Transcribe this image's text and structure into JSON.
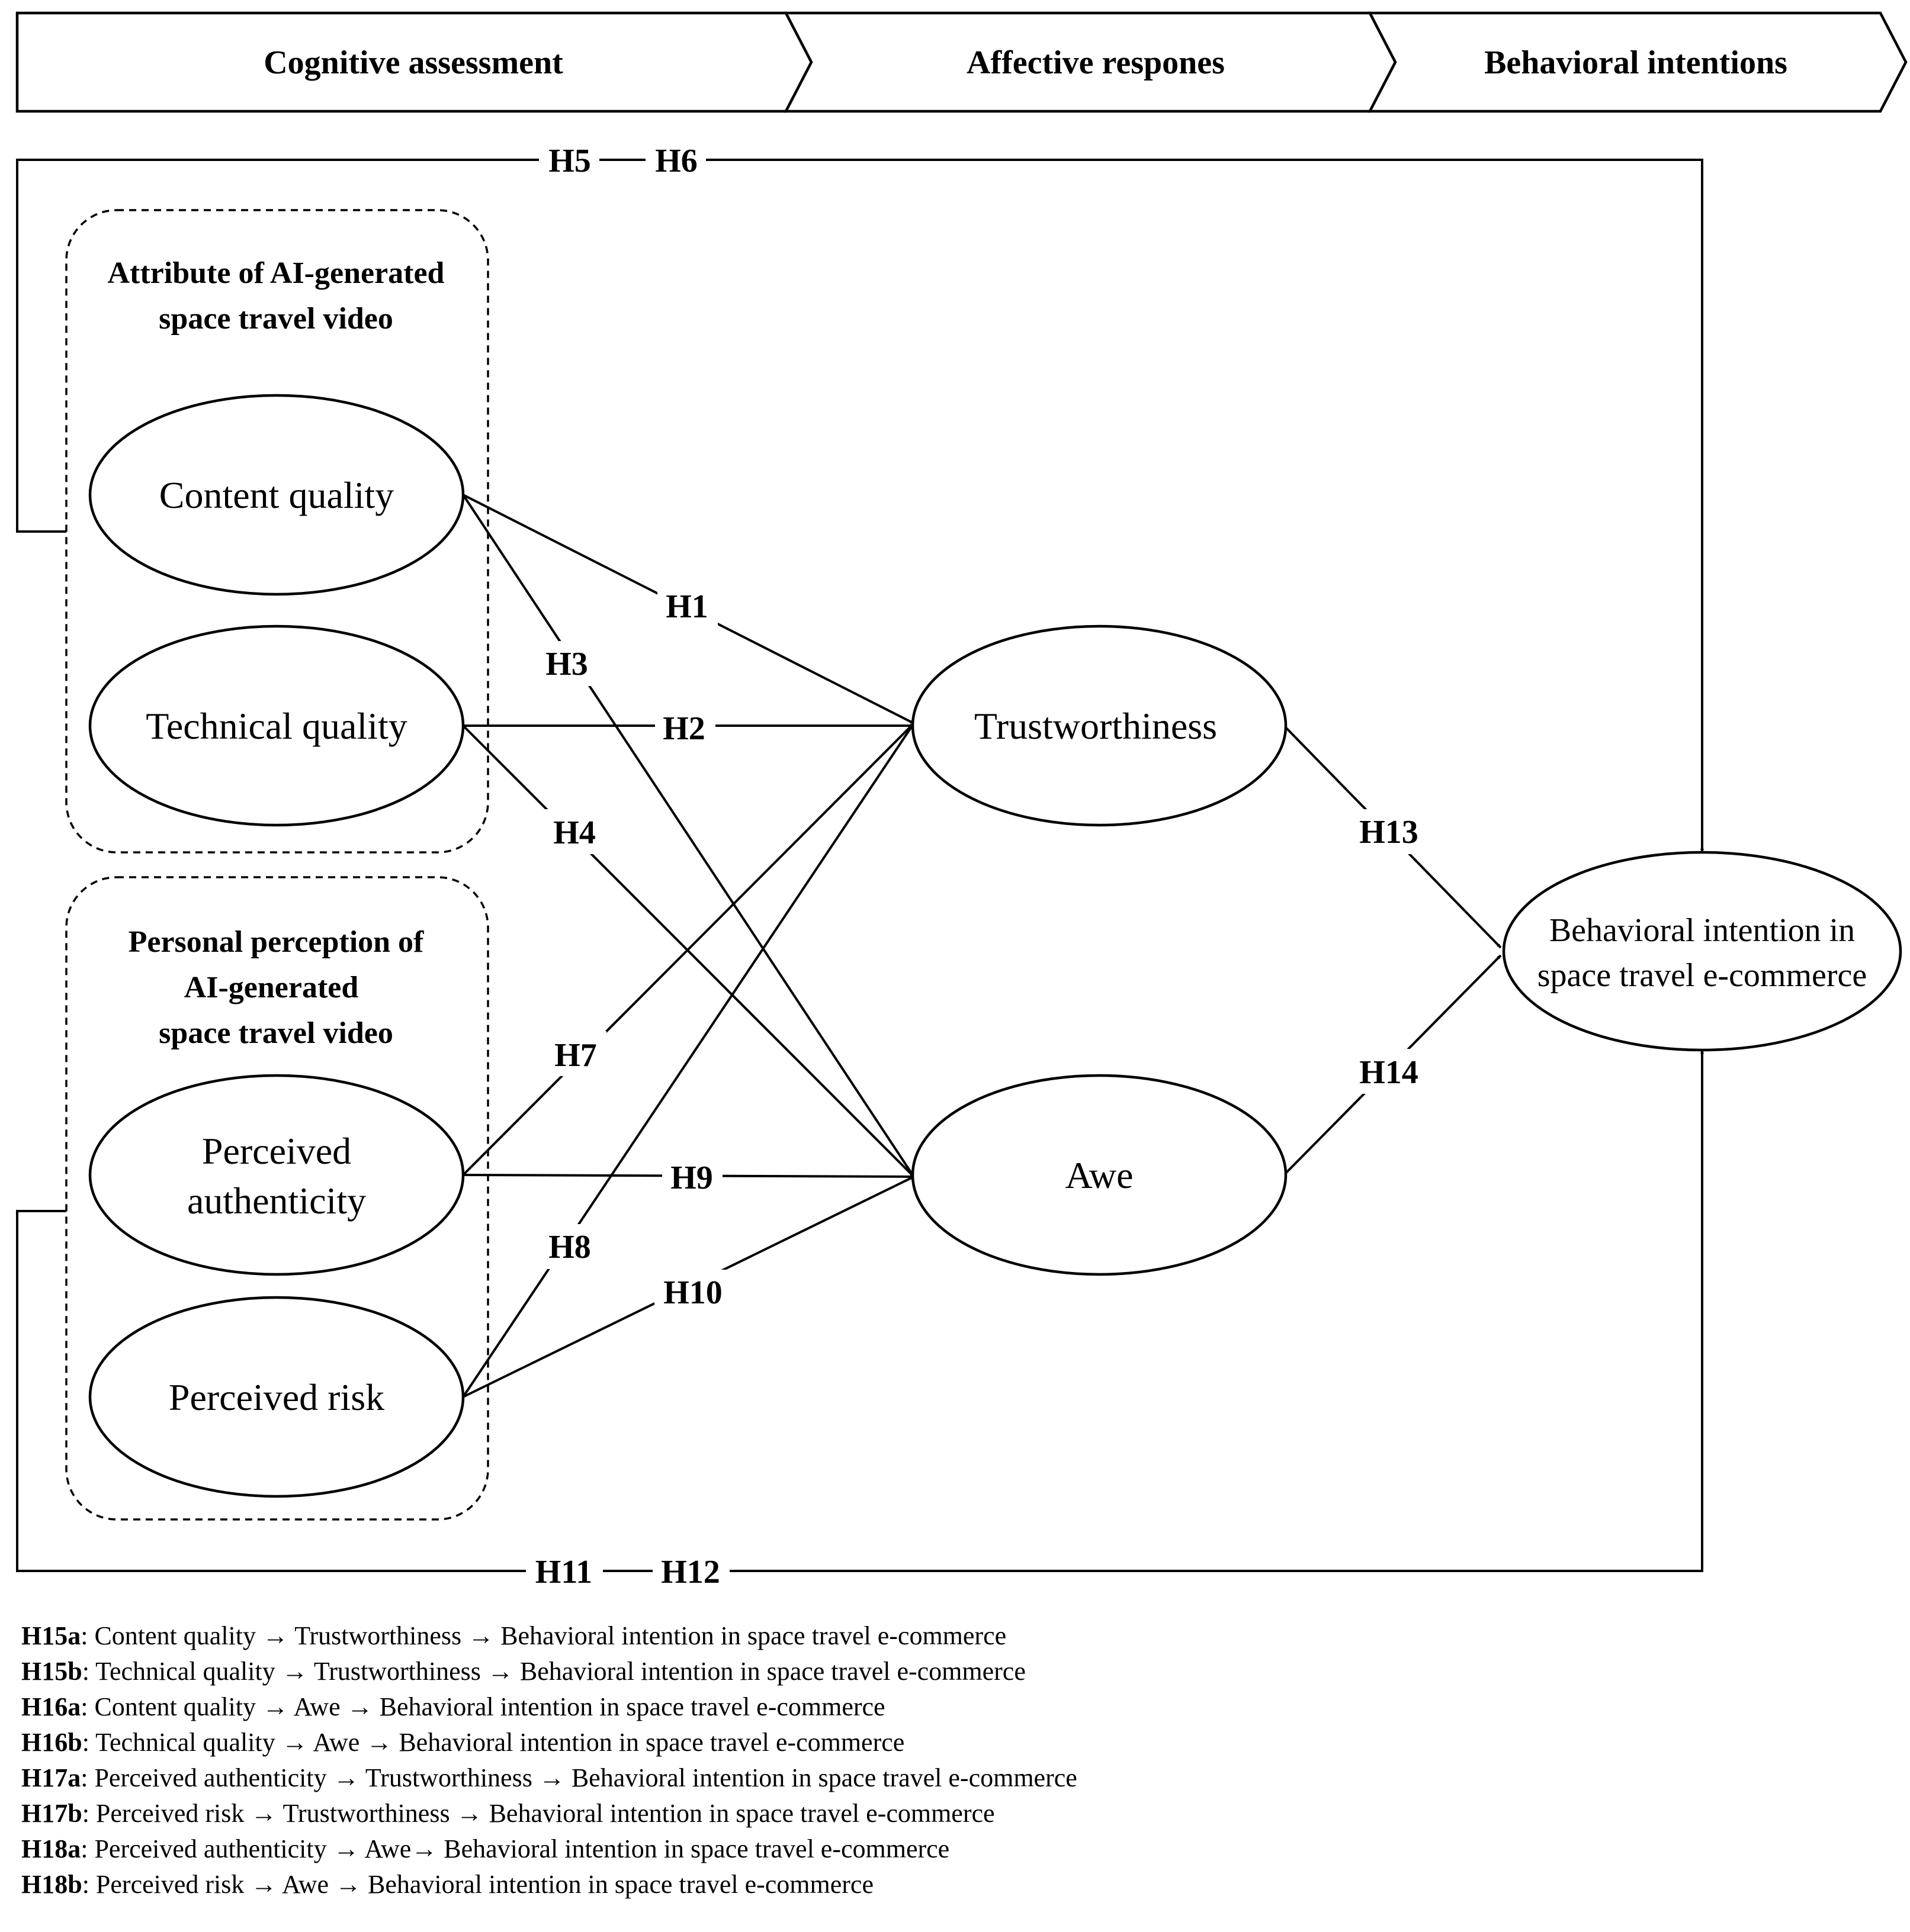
{
  "stages": [
    "Cognitive assessment",
    "Affective respones",
    "Behavioral intentions"
  ],
  "groups": {
    "attribute": [
      "Attribute of AI-generated",
      "space travel video"
    ],
    "perception": [
      "Personal perception of",
      "AI-generated",
      "space travel video"
    ]
  },
  "nodes": {
    "content_quality": "Content quality",
    "technical_quality": "Technical quality",
    "perceived_authenticity": [
      "Perceived",
      "authenticity"
    ],
    "perceived_risk": "Perceived risk",
    "trustworthiness": "Trustworthiness",
    "awe": "Awe",
    "behavioral_intention": [
      "Behavioral intention in",
      "space travel e-commerce"
    ]
  },
  "hypotheses": {
    "h1": "H1",
    "h2": "H2",
    "h3": "H3",
    "h4": "H4",
    "h5": "H5",
    "h6": "H6",
    "h7": "H7",
    "h8": "H8",
    "h9": "H9",
    "h10": "H10",
    "h11": "H11",
    "h12": "H12",
    "h13": "H13",
    "h14": "H14"
  },
  "mediation_notes": [
    {
      "id": "H15a",
      "text": ": Content quality → Trustworthiness → Behavioral intention in space travel e-commerce"
    },
    {
      "id": "H15b",
      "text": ": Technical quality → Trustworthiness → Behavioral intention in space travel e-commerce"
    },
    {
      "id": "H16a",
      "text": ": Content quality → Awe → Behavioral intention in space travel e-commerce"
    },
    {
      "id": "H16b",
      "text": ": Technical quality → Awe → Behavioral intention in space travel e-commerce"
    },
    {
      "id": "H17a",
      "text": ": Perceived authenticity → Trustworthiness → Behavioral intention in space travel e-commerce"
    },
    {
      "id": "H17b",
      "text": ": Perceived risk → Trustworthiness → Behavioral intention in space travel e-commerce"
    },
    {
      "id": "H18a",
      "text": ": Perceived authenticity → Awe→ Behavioral intention in space travel e-commerce"
    },
    {
      "id": "H18b",
      "text": ": Perceived risk → Awe → Behavioral intention in space travel e-commerce"
    }
  ]
}
